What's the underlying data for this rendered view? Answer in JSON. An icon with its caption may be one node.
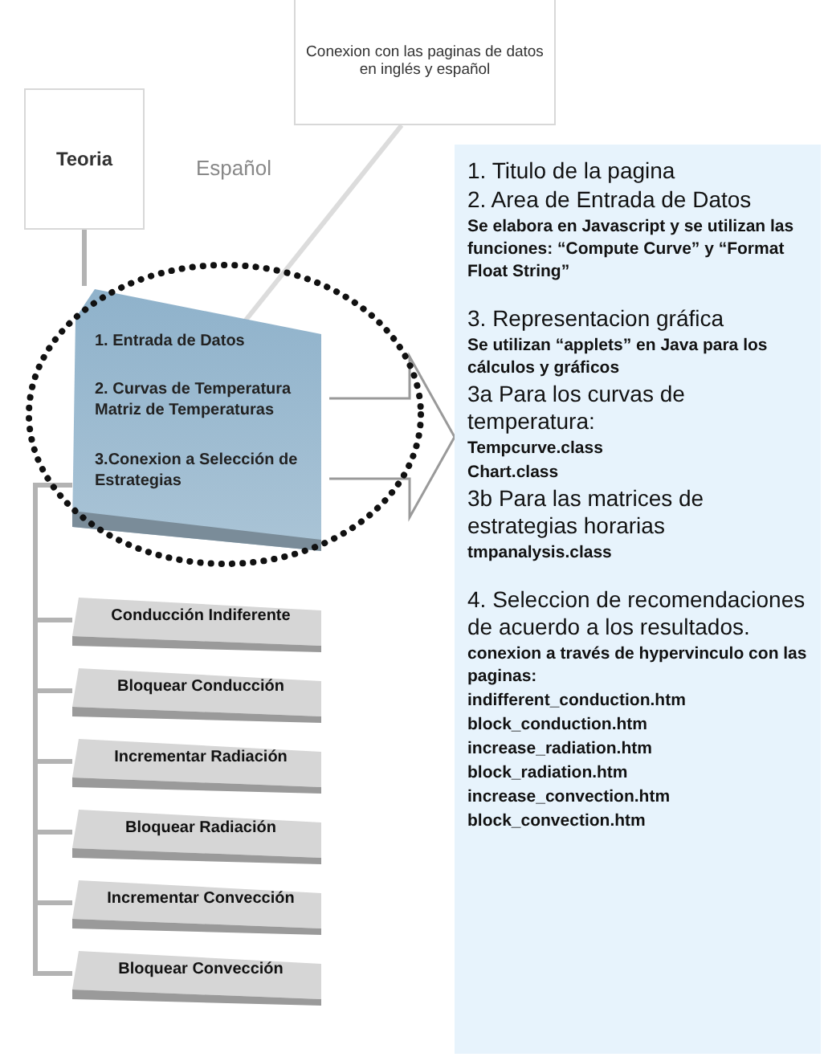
{
  "diagram": {
    "nodes": [
      {
        "text": [
          "Conexion con las paginas de datos en inglés y español"
        ]
      },
      {
        "text": [
          "Teoria"
        ]
      },
      {
        "text": [
          "1. Entrada de Datos",
          "2. Curvas de Temperatura Matriz de Temperaturas",
          "3.Conexion a Selección de Estrategias"
        ]
      },
      {
        "text": [
          "Conducción Indiferente"
        ]
      },
      {
        "text": [
          "Bloquear Conducción"
        ]
      },
      {
        "text": [
          "Incrementar Radiación"
        ]
      },
      {
        "text": [
          "Bloquear Radiación"
        ]
      },
      {
        "text": [
          "Incrementar Convección"
        ]
      },
      {
        "text": [
          "Bloquear Convección"
        ]
      },
      {
        "text": [
          "1. Titulo de la pagina",
          "2. Area de Entrada de Datos",
          "Se elabora en Javascript y se utilizan las funciones: “Compute Curve”  y “Format Float String”",
          "3. Representacion gráfica",
          "Se utilizan “applets” en Java para los cálculos y gráficos",
          "3a Para  los curvas de temperatura:",
          "Tempcurve.class",
          "Chart.class",
          "3b Para las matrices de estrategias horarias",
          "tmpanalysis.class",
          "4. Seleccion de recomendaciones de acuerdo a los resultados.",
          "conexion a través de hypervinculo con las paginas:",
          "indifferent_conduction.htm",
          "block_conduction.htm",
          "increase_radiation.htm",
          "block_radiation.htm",
          "increase_convection.htm",
          "block_convection.htm"
        ]
      }
    ],
    "edges": [
      {
        "from": 0,
        "to": 2,
        "arrow": "none",
        "color": "#dcdcdc"
      },
      {
        "from": 1,
        "to": 2,
        "arrow": "none"
      },
      {
        "from": 2,
        "to": 3,
        "arrow": "none"
      },
      {
        "from": 2,
        "to": 4,
        "arrow": "none"
      },
      {
        "from": 2,
        "to": 5,
        "arrow": "none"
      },
      {
        "from": 2,
        "to": 6,
        "arrow": "none"
      },
      {
        "from": 2,
        "to": 7,
        "arrow": "none"
      },
      {
        "from": 2,
        "to": 8,
        "arrow": "none"
      },
      {
        "from": 2,
        "to": 9,
        "arrow": "to",
        "style": "thick"
      }
    ],
    "labels": [
      "Español"
    ]
  }
}
